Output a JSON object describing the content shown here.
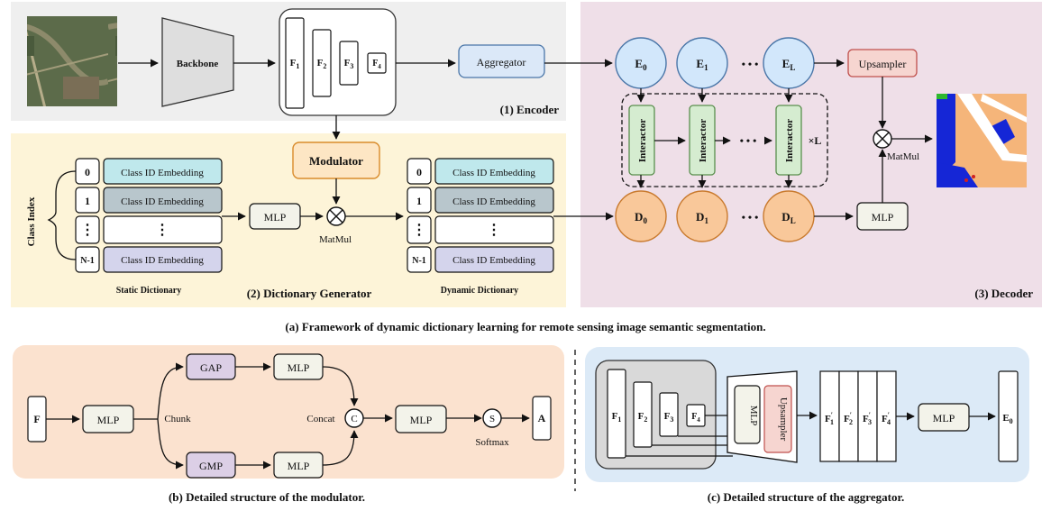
{
  "panel_a": {
    "encoder": {
      "title": "(1) Encoder",
      "backbone": "Backbone",
      "features": [
        "F",
        "F",
        "F",
        "F"
      ],
      "feature_subs": [
        "1",
        "2",
        "3",
        "4"
      ],
      "aggregator": "Aggregator"
    },
    "generator": {
      "title": "(2) Dictionary Generator",
      "class_index_label": "Class Index",
      "static_dict": {
        "indices": [
          "0",
          "1",
          "⋮",
          "N-1"
        ],
        "rows": [
          "Class ID Embedding",
          "Class ID Embedding",
          "⋮",
          "Class ID Embedding"
        ],
        "label": "Static Dictionary"
      },
      "mlp": "MLP",
      "modulator": "Modulator",
      "matmul": "MatMul",
      "dynamic_dict": {
        "indices": [
          "0",
          "1",
          "⋮",
          "N-1"
        ],
        "rows": [
          "Class ID Embedding",
          "Class ID Embedding",
          "⋮",
          "Class ID Embedding"
        ],
        "label": "Dynamic Dictionary"
      }
    },
    "decoder": {
      "title": "(3) Decoder",
      "e_nodes": [
        "E",
        "E",
        "E"
      ],
      "e_subs": [
        "0",
        "1",
        "L"
      ],
      "d_nodes": [
        "D",
        "D",
        "D"
      ],
      "d_subs": [
        "0",
        "1",
        "L"
      ],
      "interactor": "Interactor",
      "dots": "• • •",
      "repeat": "×L",
      "upsampler": "Upsampler",
      "mlp": "MLP",
      "matmul": "MatMul"
    },
    "caption": "(a) Framework of dynamic dictionary learning for remote sensing image semantic segmentation."
  },
  "panel_b": {
    "input": "F",
    "mlp1": "MLP",
    "chunk": "Chunk",
    "gap": "GAP",
    "gmp": "GMP",
    "mlp_top": "MLP",
    "mlp_bottom": "MLP",
    "concat": "Concat",
    "c_symbol": "C",
    "mlp2": "MLP",
    "s_symbol": "S",
    "softmax": "Softmax",
    "output": "A",
    "caption": "(b) Detailed structure of the modulator."
  },
  "panel_c": {
    "features": [
      "F",
      "F",
      "F",
      "F"
    ],
    "feature_subs": [
      "1",
      "2",
      "3",
      "4"
    ],
    "mlp_vertical": "MLP",
    "upsampler_vertical": "Upsampler",
    "out_features": [
      "F",
      "F",
      "F",
      "F"
    ],
    "out_subs": [
      "1",
      "2",
      "3",
      "4"
    ],
    "prime": "′",
    "mlp": "MLP",
    "output": "E",
    "output_sub": "0",
    "caption": "(c) Detailed structure of the aggregator."
  },
  "colors": {
    "encoder_bg": "#efefef",
    "generator_bg": "#fdf4d8",
    "decoder_bg": "#efdfe8",
    "modulator_panel_bg": "#fbe2cf",
    "aggregator_panel_bg": "#dceaf7",
    "cyan_fill": "#bfe8ec",
    "steel_fill": "#b8c6cc",
    "lavender_fill": "#d4d4ec",
    "modulator_fill": "#fde6c4",
    "aggregator_fill": "#dbe8f8",
    "e_node_fill": "#d2e7fb",
    "d_node_fill": "#f9c89a",
    "interactor_fill": "#d5ecd0",
    "upsampler_fill": "#f6d5d0",
    "gap_fill": "#dccfe6",
    "mlp_fill": "#f3f3ea"
  }
}
